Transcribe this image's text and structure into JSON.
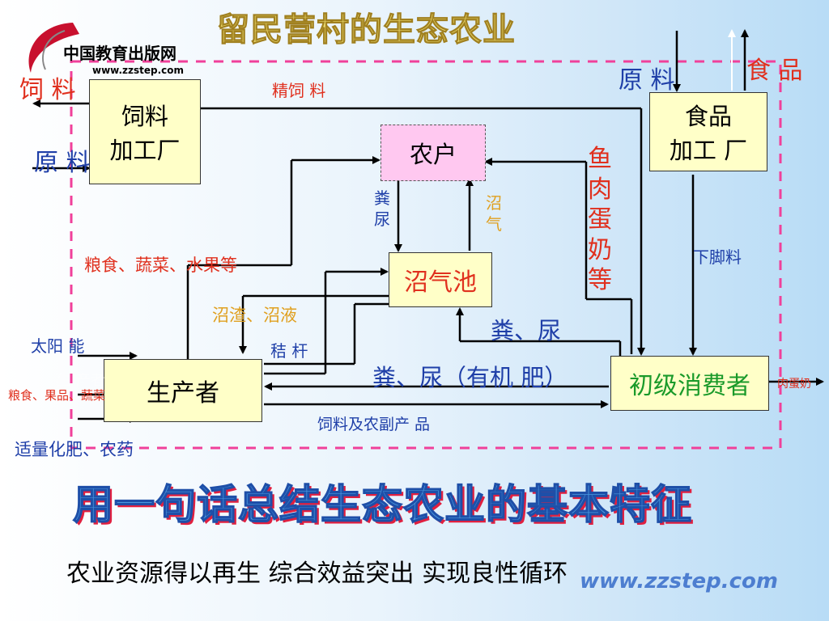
{
  "logo": {
    "name": "中国教育出版网",
    "url": "www.zzstep.com"
  },
  "title": "留民营村的生态农业",
  "nodes": {
    "feed_factory": {
      "line1": "饲料",
      "line2": "加工厂"
    },
    "farmer": "农户",
    "food_factory": {
      "line1": "食品",
      "line2": "加工 厂"
    },
    "biogas": "沼气池",
    "producer": "生产者",
    "consumer": "初级消费者"
  },
  "labels": {
    "feed_out": "饲 料",
    "raw_in_left": "原 料",
    "fine_feed": "精饲 料",
    "raw_top": "原 料",
    "food_out": "食 品",
    "dung_urine_v": "粪\n尿",
    "biogas_gas_v": "沼\n气",
    "fish_meat": "鱼\n肉\n蛋\n奶\n等",
    "grain_veg": "粮食、蔬菜、水果等",
    "residue": "沼渣、沼液",
    "straw": "秸 杆",
    "leftovers": "下脚料",
    "dung_urine_consumer": "粪、尿",
    "dung_organic": "粪、尿（有机 肥）",
    "feed_byproducts": "饲料及农副产 品",
    "sunlight": "太阳 能",
    "grain_out": "粮食、果品、蔬菜",
    "fertilizer": "适量化肥、农药",
    "meat_out": "肉蛋奶",
    "ghost_producer": "生 产者"
  },
  "summary_question": "用一句话总结生态农业的基本特征",
  "answer": "农业资源得以再生 综合效益突出 实现良性循环",
  "watermark": "www.zzstep.com",
  "colors": {
    "accent_red": "#e0301e",
    "accent_blue": "#1f3fa8",
    "accent_orange": "#e0a020",
    "accent_green": "#1a9a2a",
    "dashed_border": "#f0409a",
    "box_fill": "#ffffc8",
    "farmer_fill": "#ffc8f0"
  }
}
